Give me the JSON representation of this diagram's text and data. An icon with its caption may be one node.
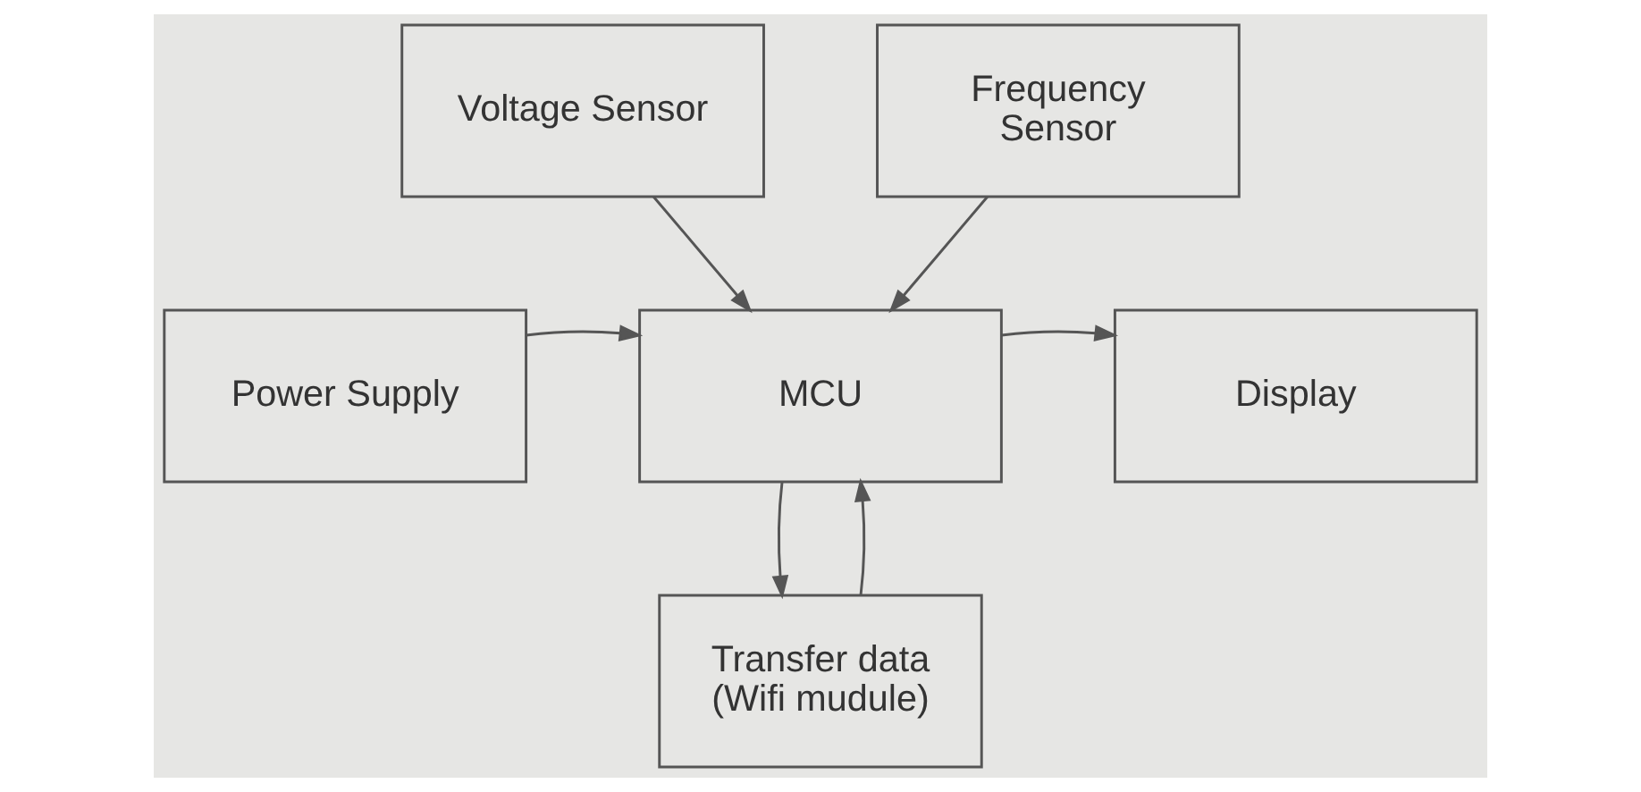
{
  "diagram": {
    "nodes": [
      {
        "text": [
          "Voltage Sensor"
        ]
      },
      {
        "text": [
          "Frequency Sensor"
        ]
      },
      {
        "text": [
          "Power Supply"
        ]
      },
      {
        "text": [
          "MCU"
        ]
      },
      {
        "text": [
          "Display"
        ]
      },
      {
        "text": [
          "Transfer data (Wifi mudule)"
        ]
      }
    ],
    "edges": [
      {
        "from": 0,
        "to": 3,
        "arrow": "to"
      },
      {
        "from": 1,
        "to": 3,
        "arrow": "to"
      },
      {
        "from": 2,
        "to": 3,
        "arrow": "to"
      },
      {
        "from": 3,
        "to": 4,
        "arrow": "to"
      },
      {
        "from": 5,
        "to": 3,
        "arrow": "to"
      },
      {
        "from": 3,
        "to": 5,
        "arrow": "to"
      }
    ]
  }
}
